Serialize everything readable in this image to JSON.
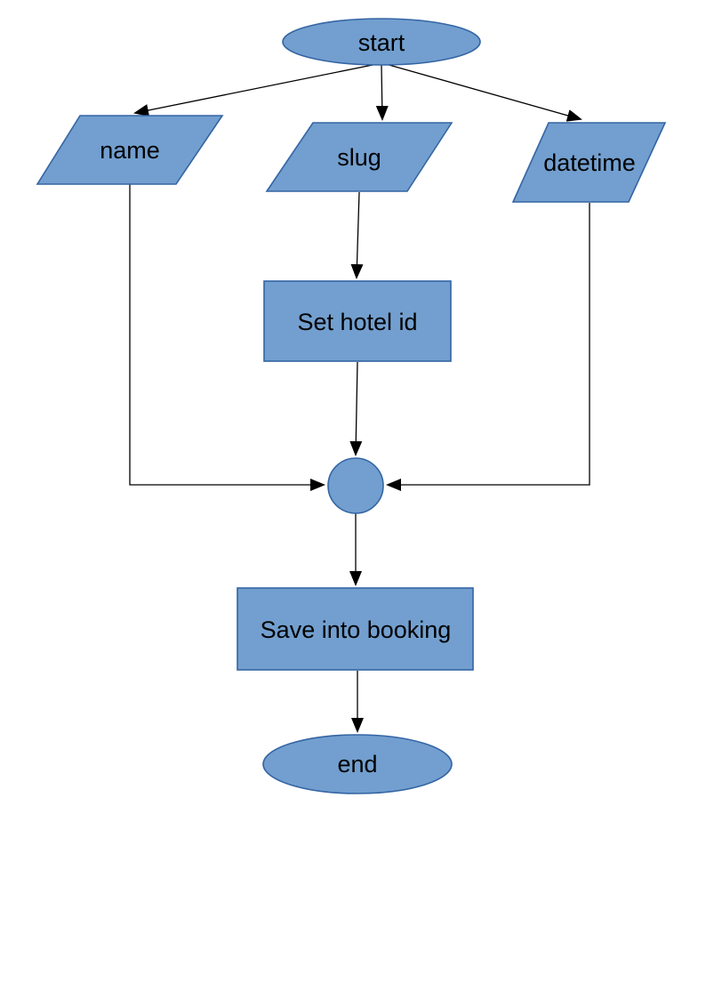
{
  "diagram": {
    "type": "flowchart",
    "nodes": [
      {
        "id": "start",
        "shape": "ellipse",
        "label": "start"
      },
      {
        "id": "name",
        "shape": "parallelogram",
        "label": "name"
      },
      {
        "id": "slug",
        "shape": "parallelogram",
        "label": "slug"
      },
      {
        "id": "datetime",
        "shape": "parallelogram",
        "label": "datetime"
      },
      {
        "id": "set_hotel_id",
        "shape": "rectangle",
        "label": "Set hotel id"
      },
      {
        "id": "merge",
        "shape": "circle",
        "label": ""
      },
      {
        "id": "save_into_booking",
        "shape": "rectangle",
        "label": "Save into booking"
      },
      {
        "id": "end",
        "shape": "ellipse",
        "label": "end"
      }
    ],
    "edges": [
      {
        "from": "start",
        "to": "name"
      },
      {
        "from": "start",
        "to": "slug"
      },
      {
        "from": "start",
        "to": "datetime"
      },
      {
        "from": "slug",
        "to": "set_hotel_id"
      },
      {
        "from": "set_hotel_id",
        "to": "merge"
      },
      {
        "from": "name",
        "to": "merge"
      },
      {
        "from": "datetime",
        "to": "merge"
      },
      {
        "from": "merge",
        "to": "save_into_booking"
      },
      {
        "from": "save_into_booking",
        "to": "end"
      }
    ]
  },
  "colors": {
    "node_fill": "#729fcf",
    "node_border": "#3465a4",
    "connector": "#000000",
    "label_text": "#000000",
    "background": "#ffffff"
  }
}
